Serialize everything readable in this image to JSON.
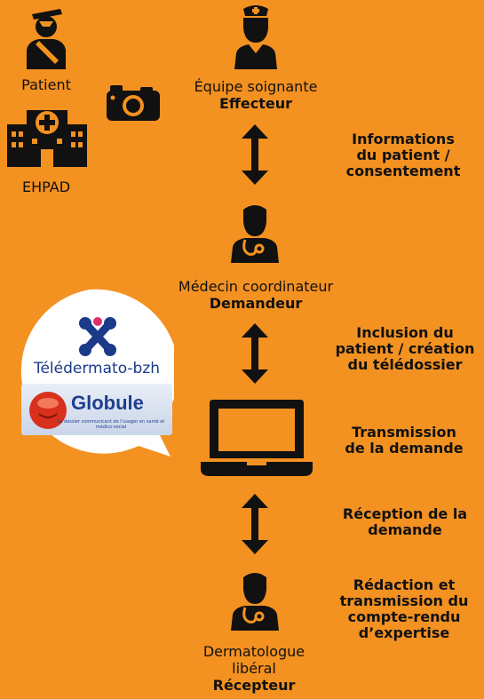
{
  "actors": {
    "patient": "Patient",
    "ehpad": "EHPAD",
    "team_name": "Équipe soignante",
    "team_role": "Effecteur",
    "coordinator_name": "Médecin coordinateur",
    "coordinator_role": "Demandeur",
    "derm_name_line1": "Dermatologue",
    "derm_name_line2": "libéral",
    "derm_role": "Récepteur"
  },
  "steps": {
    "s1": [
      "Informations",
      "du patient /",
      "consentement"
    ],
    "s2": [
      "Inclusion du",
      "patient / création",
      "du télédossier"
    ],
    "s3": [
      "Transmission",
      "de la demande"
    ],
    "s4": [
      "Réception de la",
      "demande"
    ],
    "s5": [
      "Rédaction et",
      "transmission du",
      "compte-rendu",
      "d’expertise"
    ]
  },
  "logos": {
    "teledermato": "Télédermato-bzh",
    "globule": "Globule",
    "globule_sub": "Le dossier communicant de l’usager en santé et médico-social"
  },
  "colors": {
    "background": "#F39121",
    "icon": "#111111"
  }
}
